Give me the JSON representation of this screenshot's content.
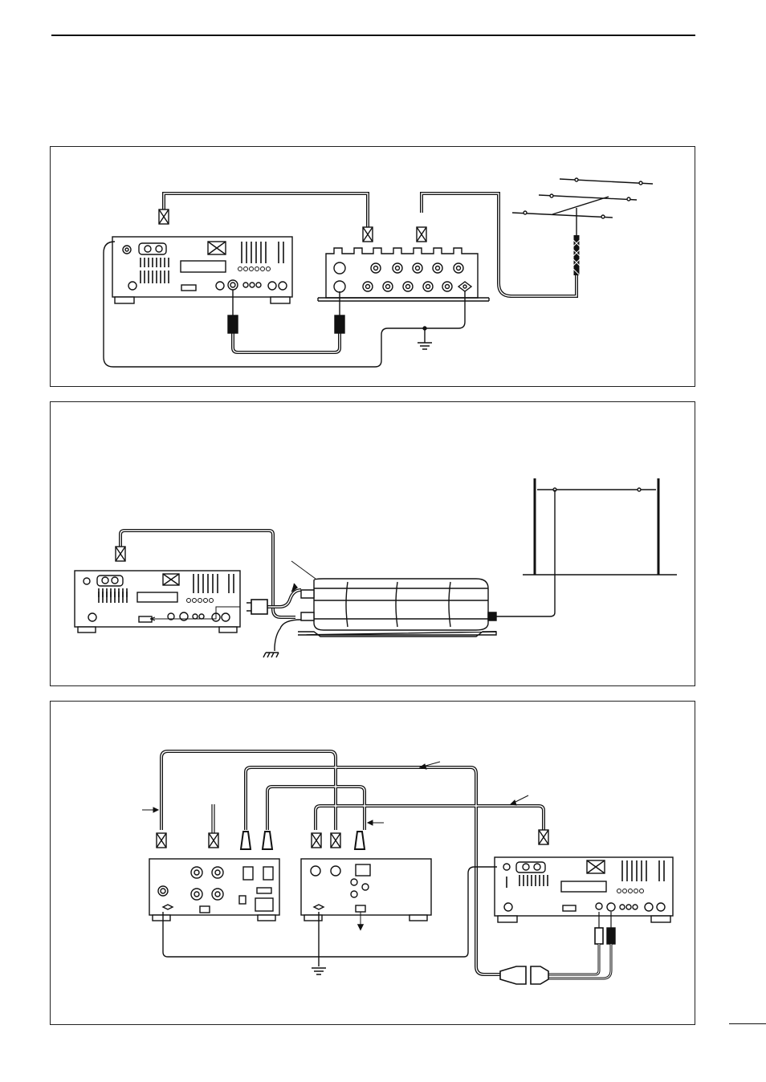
{
  "page": {
    "has_header_rule": true,
    "has_footer_mark": true
  },
  "diagrams": [
    {
      "id": "transceiver-amplifier-yagi-antenna",
      "label": ""
    },
    {
      "id": "transceiver-tuner-long-wire-antenna",
      "label": ""
    },
    {
      "id": "transceiver-power-supply-interface",
      "label": ""
    }
  ],
  "colors": {
    "line": "#111111",
    "fill": "#ffffff"
  }
}
